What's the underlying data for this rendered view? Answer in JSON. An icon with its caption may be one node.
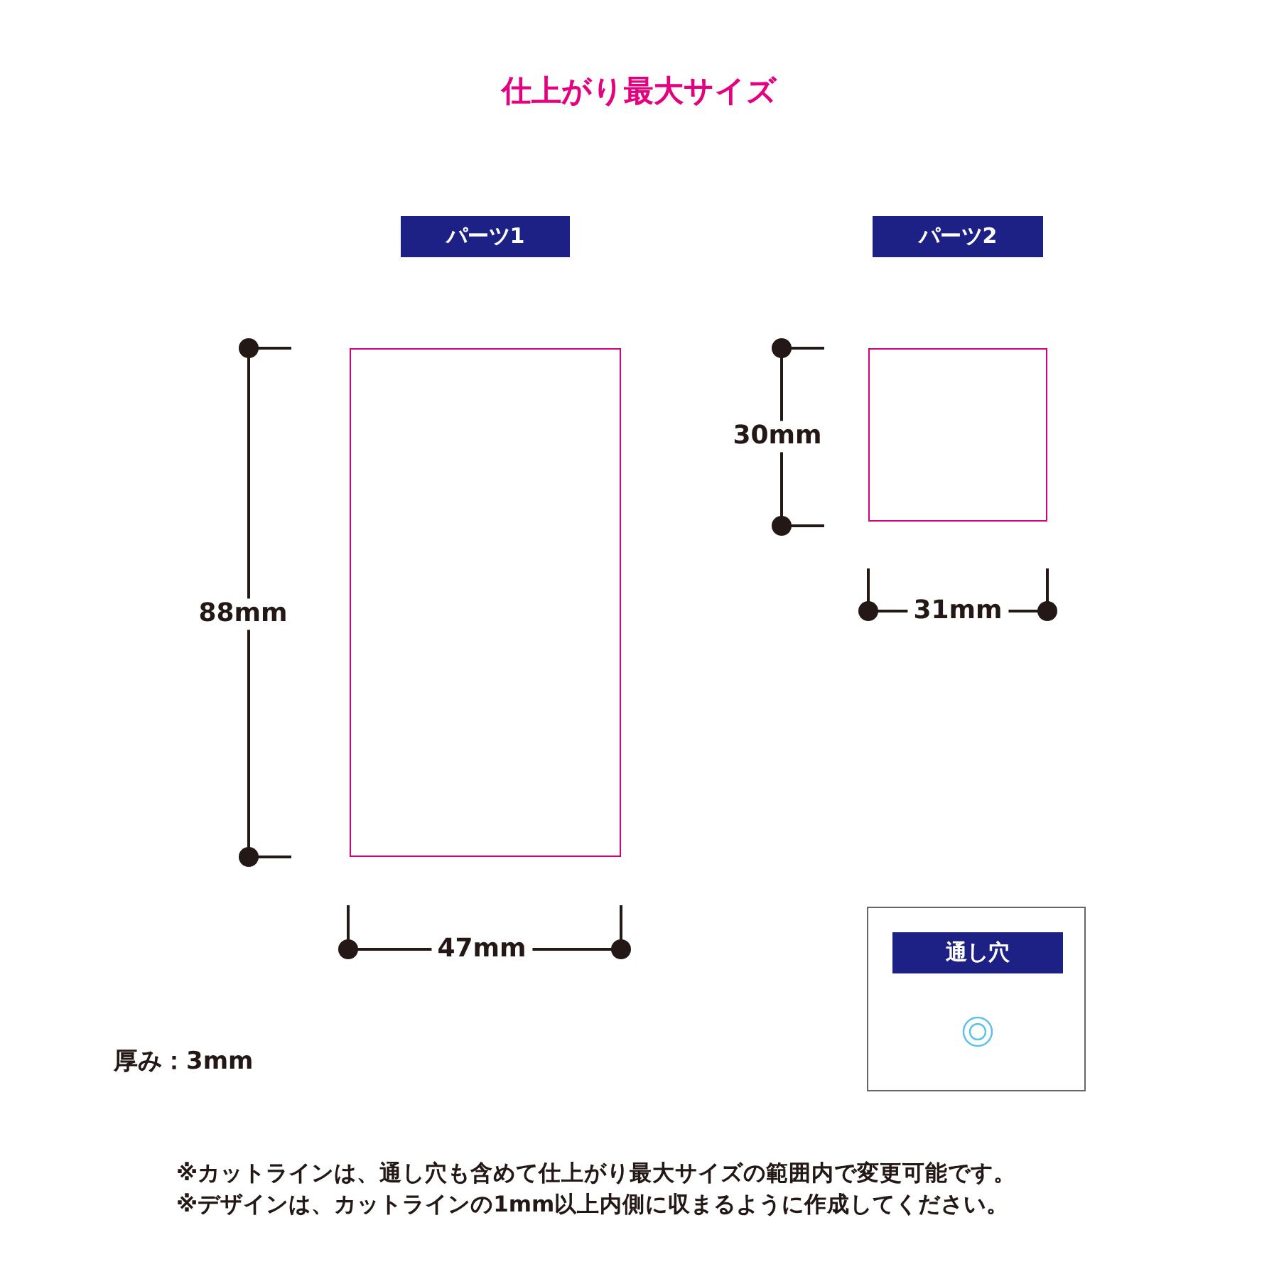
{
  "diagram": {
    "title": "仕上がり最大サイズ",
    "nodes": [
      {
        "text": [
          "パーツ1"
        ]
      },
      {
        "text": [],
        "shape": "box"
      },
      {
        "text": [
          "パーツ2"
        ]
      },
      {
        "text": [],
        "shape": "box"
      },
      {
        "text": [],
        "shape": "box"
      },
      {
        "text": [
          "通し穴"
        ],
        "in": 4
      },
      {
        "text": [],
        "shape": "circle",
        "in": 4
      }
    ],
    "labels": [
      "88mm",
      "47mm",
      "30mm",
      "31mm",
      "厚み：3mm",
      "※カットラインは、通し穴も含めて仕上がり最大サイズの範囲内で変更可能です。",
      "※デザインは、カットラインの1mm以上内側に収まるように作成してください。"
    ]
  }
}
